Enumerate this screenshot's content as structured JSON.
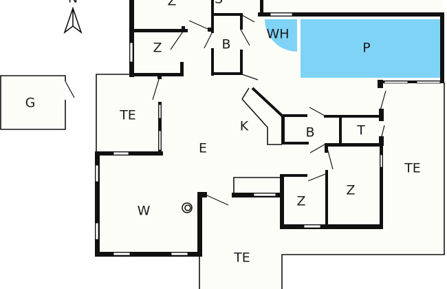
{
  "title": "Floor plan",
  "compass": {
    "label": "N"
  },
  "colors": {
    "water": "#7fd3f7",
    "wall": "#111111",
    "floor": "#fdfdf8"
  },
  "rooms": {
    "bedroom_top": "Z",
    "s_top": "S",
    "bedroom_left": "Z",
    "bath_top": "B",
    "whirlpool": "WH",
    "pool": "P",
    "garage": "G",
    "terrace_left": "TE",
    "kitchen": "K",
    "bath_mid": "B",
    "toilet": "T",
    "living": "E",
    "terrace_right": "TE",
    "lounge": "W",
    "bedroom_small": "Z",
    "bedroom_right": "Z",
    "terrace_bottom": "TE"
  }
}
